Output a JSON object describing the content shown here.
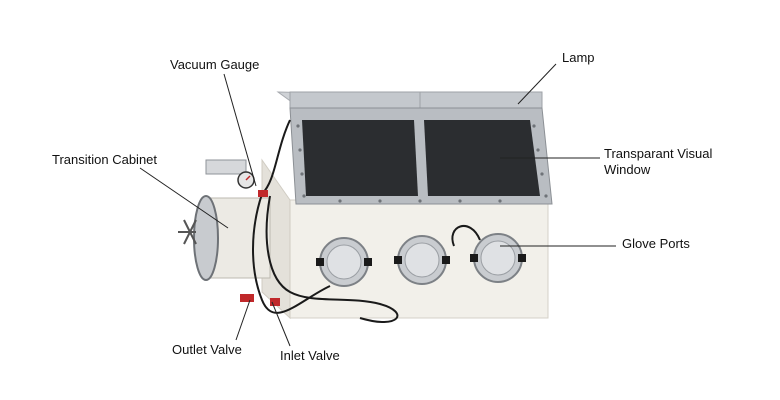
{
  "labels": {
    "vacuum_gauge": "Vacuum Gauge",
    "lamp": "Lamp",
    "transition_cabinet": "Transition Cabinet",
    "transparent_window_line1": "Transparant Visual",
    "transparent_window_line2": "Window",
    "glove_ports": "Glove Ports",
    "outlet_valve": "Outlet Valve",
    "inlet_valve": "Inlet Valve"
  },
  "colors": {
    "body": "#f2f0ea",
    "steel": "#b9bdc2",
    "window_glass": "#2b2d30",
    "hose": "#1a1a1a",
    "valve_red": "#c0282a",
    "leader_line": "#222222"
  },
  "icons": [
    "glovebox-illustration",
    "glove-port-icon",
    "vacuum-gauge-icon",
    "valve-icon"
  ]
}
